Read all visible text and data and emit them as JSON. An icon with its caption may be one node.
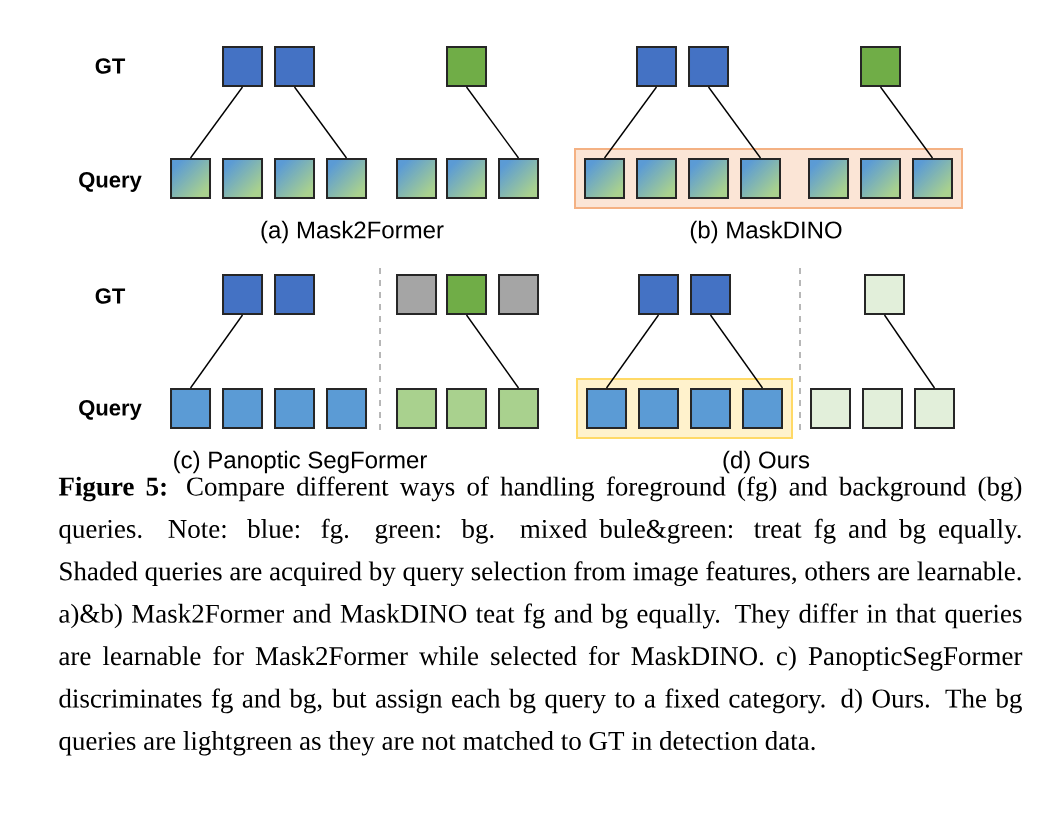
{
  "diagram": {
    "caption": "**Figure 5:** Compare different ways of handling foreground (fg) and background (bg) queries. Note: blue: fg. green: bg. mixed bule&green: treat fg and bg equally. Shaded queries are acquired by query selection from image features, others are learnable. a)&b) Mask2Former and MaskDINO teat fg and bg equally. They differ in that queries are learnable for Mask2Former while selected for MaskDINO. c) PanopticSegFormer discriminates fg and bg, but assign each bg query to a fixed category. d) Ours. The bg queries are lightgreen as they are not matched to GT in detection data.",
    "nodes": [
      {
        "text": [],
        "shape": "box"
      },
      {
        "text": [],
        "shape": "box"
      },
      {
        "text": [],
        "shape": "box"
      },
      {
        "text": [],
        "shape": "box"
      },
      {
        "text": [],
        "shape": "box"
      },
      {
        "text": [],
        "shape": "box"
      },
      {
        "text": [],
        "shape": "box"
      },
      {
        "text": [],
        "shape": "box"
      },
      {
        "text": [],
        "shape": "box"
      },
      {
        "text": [],
        "shape": "box"
      },
      {
        "text": [],
        "shape": "box"
      },
      {
        "text": [],
        "shape": "box"
      },
      {
        "text": [],
        "shape": "box"
      },
      {
        "text": [],
        "shape": "box"
      },
      {
        "text": [],
        "shape": "box",
        "in": 13
      },
      {
        "text": [],
        "shape": "box",
        "in": 13
      },
      {
        "text": [],
        "shape": "box",
        "in": 13
      },
      {
        "text": [],
        "shape": "box",
        "in": 13
      },
      {
        "text": [],
        "shape": "box",
        "in": 13
      },
      {
        "text": [],
        "shape": "box",
        "in": 13
      },
      {
        "text": [],
        "shape": "box",
        "in": 13
      },
      {
        "text": [],
        "shape": "box"
      },
      {
        "text": [],
        "shape": "box"
      },
      {
        "text": [],
        "shape": "box"
      },
      {
        "text": [],
        "shape": "box"
      },
      {
        "text": [],
        "shape": "box"
      },
      {
        "text": [],
        "shape": "box"
      },
      {
        "text": [],
        "shape": "box"
      },
      {
        "text": [],
        "shape": "box"
      },
      {
        "text": [],
        "shape": "box"
      },
      {
        "text": [],
        "shape": "box"
      },
      {
        "text": [],
        "shape": "box"
      },
      {
        "text": [],
        "shape": "box"
      },
      {
        "text": [],
        "shape": "box"
      },
      {
        "text": [],
        "shape": "box"
      },
      {
        "text": [],
        "shape": "box"
      },
      {
        "text": [],
        "shape": "box"
      },
      {
        "text": [],
        "shape": "box",
        "in": 36
      },
      {
        "text": [],
        "shape": "box",
        "in": 36
      },
      {
        "text": [],
        "shape": "box",
        "in": 36
      },
      {
        "text": [],
        "shape": "box",
        "in": 36
      },
      {
        "text": [],
        "shape": "box"
      },
      {
        "text": [],
        "shape": "box"
      },
      {
        "text": [],
        "shape": "box"
      }
    ],
    "edges": [
      {
        "from": 0,
        "to": 3,
        "arrow": "none"
      },
      {
        "from": 1,
        "to": 6,
        "arrow": "none"
      },
      {
        "from": 2,
        "to": 9,
        "arrow": "none"
      },
      {
        "from": 10,
        "to": 14,
        "arrow": "none"
      },
      {
        "from": 11,
        "to": 17,
        "arrow": "none"
      },
      {
        "from": 12,
        "to": 20,
        "arrow": "none"
      },
      {
        "from": 21,
        "to": 26,
        "arrow": "none"
      },
      {
        "from": 24,
        "to": 32,
        "arrow": "none"
      },
      {
        "from": 33,
        "to": 37,
        "arrow": "none"
      },
      {
        "from": 34,
        "to": 40,
        "arrow": "none"
      },
      {
        "from": 35,
        "to": 43,
        "arrow": "none"
      }
    ],
    "labels": [
      "GT",
      "Query",
      "(a) Mask2Former",
      "(b) MaskDINO",
      "GT",
      "Query",
      "(c) Panoptic SegFormer",
      "(d) Ours"
    ]
  }
}
